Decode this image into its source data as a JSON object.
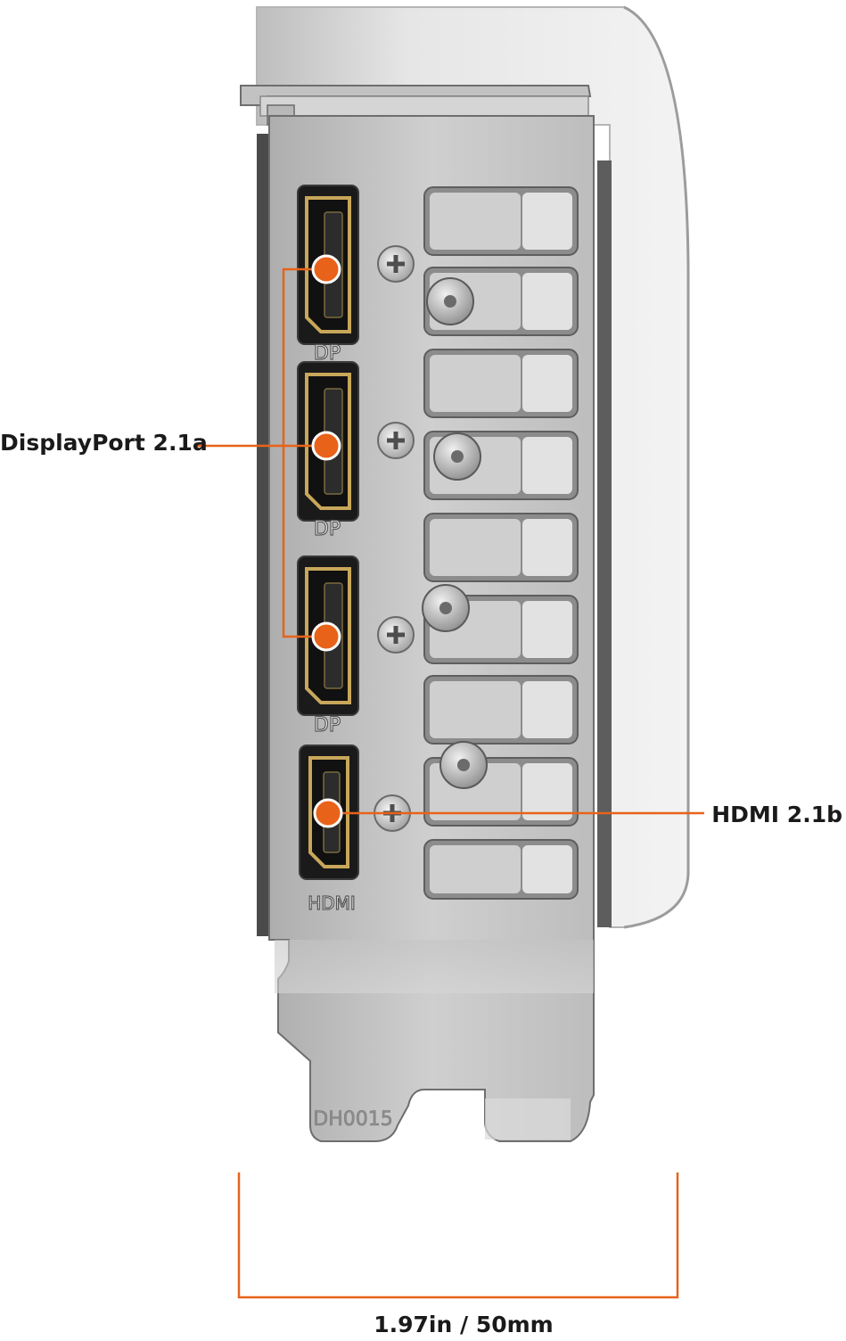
{
  "callouts": {
    "displayport": "DisplayPort 2.1a",
    "hdmi": "HDMI 2.1b",
    "dimension": "1.97in / 50mm"
  },
  "port_labels": {
    "dp": "DP",
    "hdmi": "HDMI",
    "bracket_code": "DH0015"
  },
  "colors": {
    "accent": "#E8621A",
    "bracket": "#C9C9C9",
    "shroud": "#DEDEDE",
    "port_gold": "#C8A75A",
    "port_black": "#111111"
  }
}
